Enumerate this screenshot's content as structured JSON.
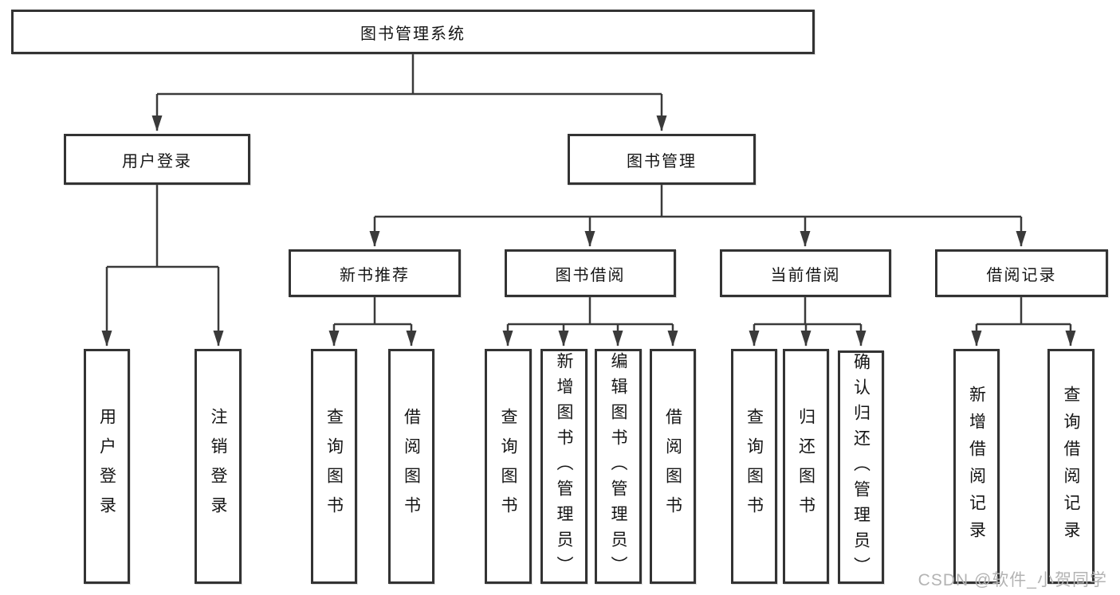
{
  "tree": {
    "root": {
      "label": "图书管理系统"
    },
    "groups": [
      {
        "label": "用户登录",
        "leaves": [
          {
            "label": "用户登录"
          },
          {
            "label": "注销登录"
          }
        ]
      },
      {
        "label": "图书管理",
        "subgroups": [
          {
            "label": "新书推荐",
            "leaves": [
              {
                "label": "查询图书"
              },
              {
                "label": "借阅图书"
              }
            ]
          },
          {
            "label": "图书借阅",
            "leaves": [
              {
                "label": "查询图书"
              },
              {
                "label": "新增图书（管理员）"
              },
              {
                "label": "编辑图书（管理员）"
              },
              {
                "label": "借阅图书"
              }
            ]
          },
          {
            "label": "当前借阅",
            "leaves": [
              {
                "label": "查询图书"
              },
              {
                "label": "归还图书"
              },
              {
                "label": "确认归还（管理员）"
              }
            ]
          },
          {
            "label": "借阅记录",
            "leaves": [
              {
                "label": "新增借阅记录"
              },
              {
                "label": "查询借阅记录"
              }
            ]
          }
        ]
      }
    ]
  },
  "watermark": {
    "text": "CSDN @软件_小贺同学"
  },
  "colors": {
    "line": "#3a3a3a",
    "box_border": "#333333",
    "text": "#151515",
    "watermark": "#b3b3b3",
    "background": "#ffffff"
  }
}
